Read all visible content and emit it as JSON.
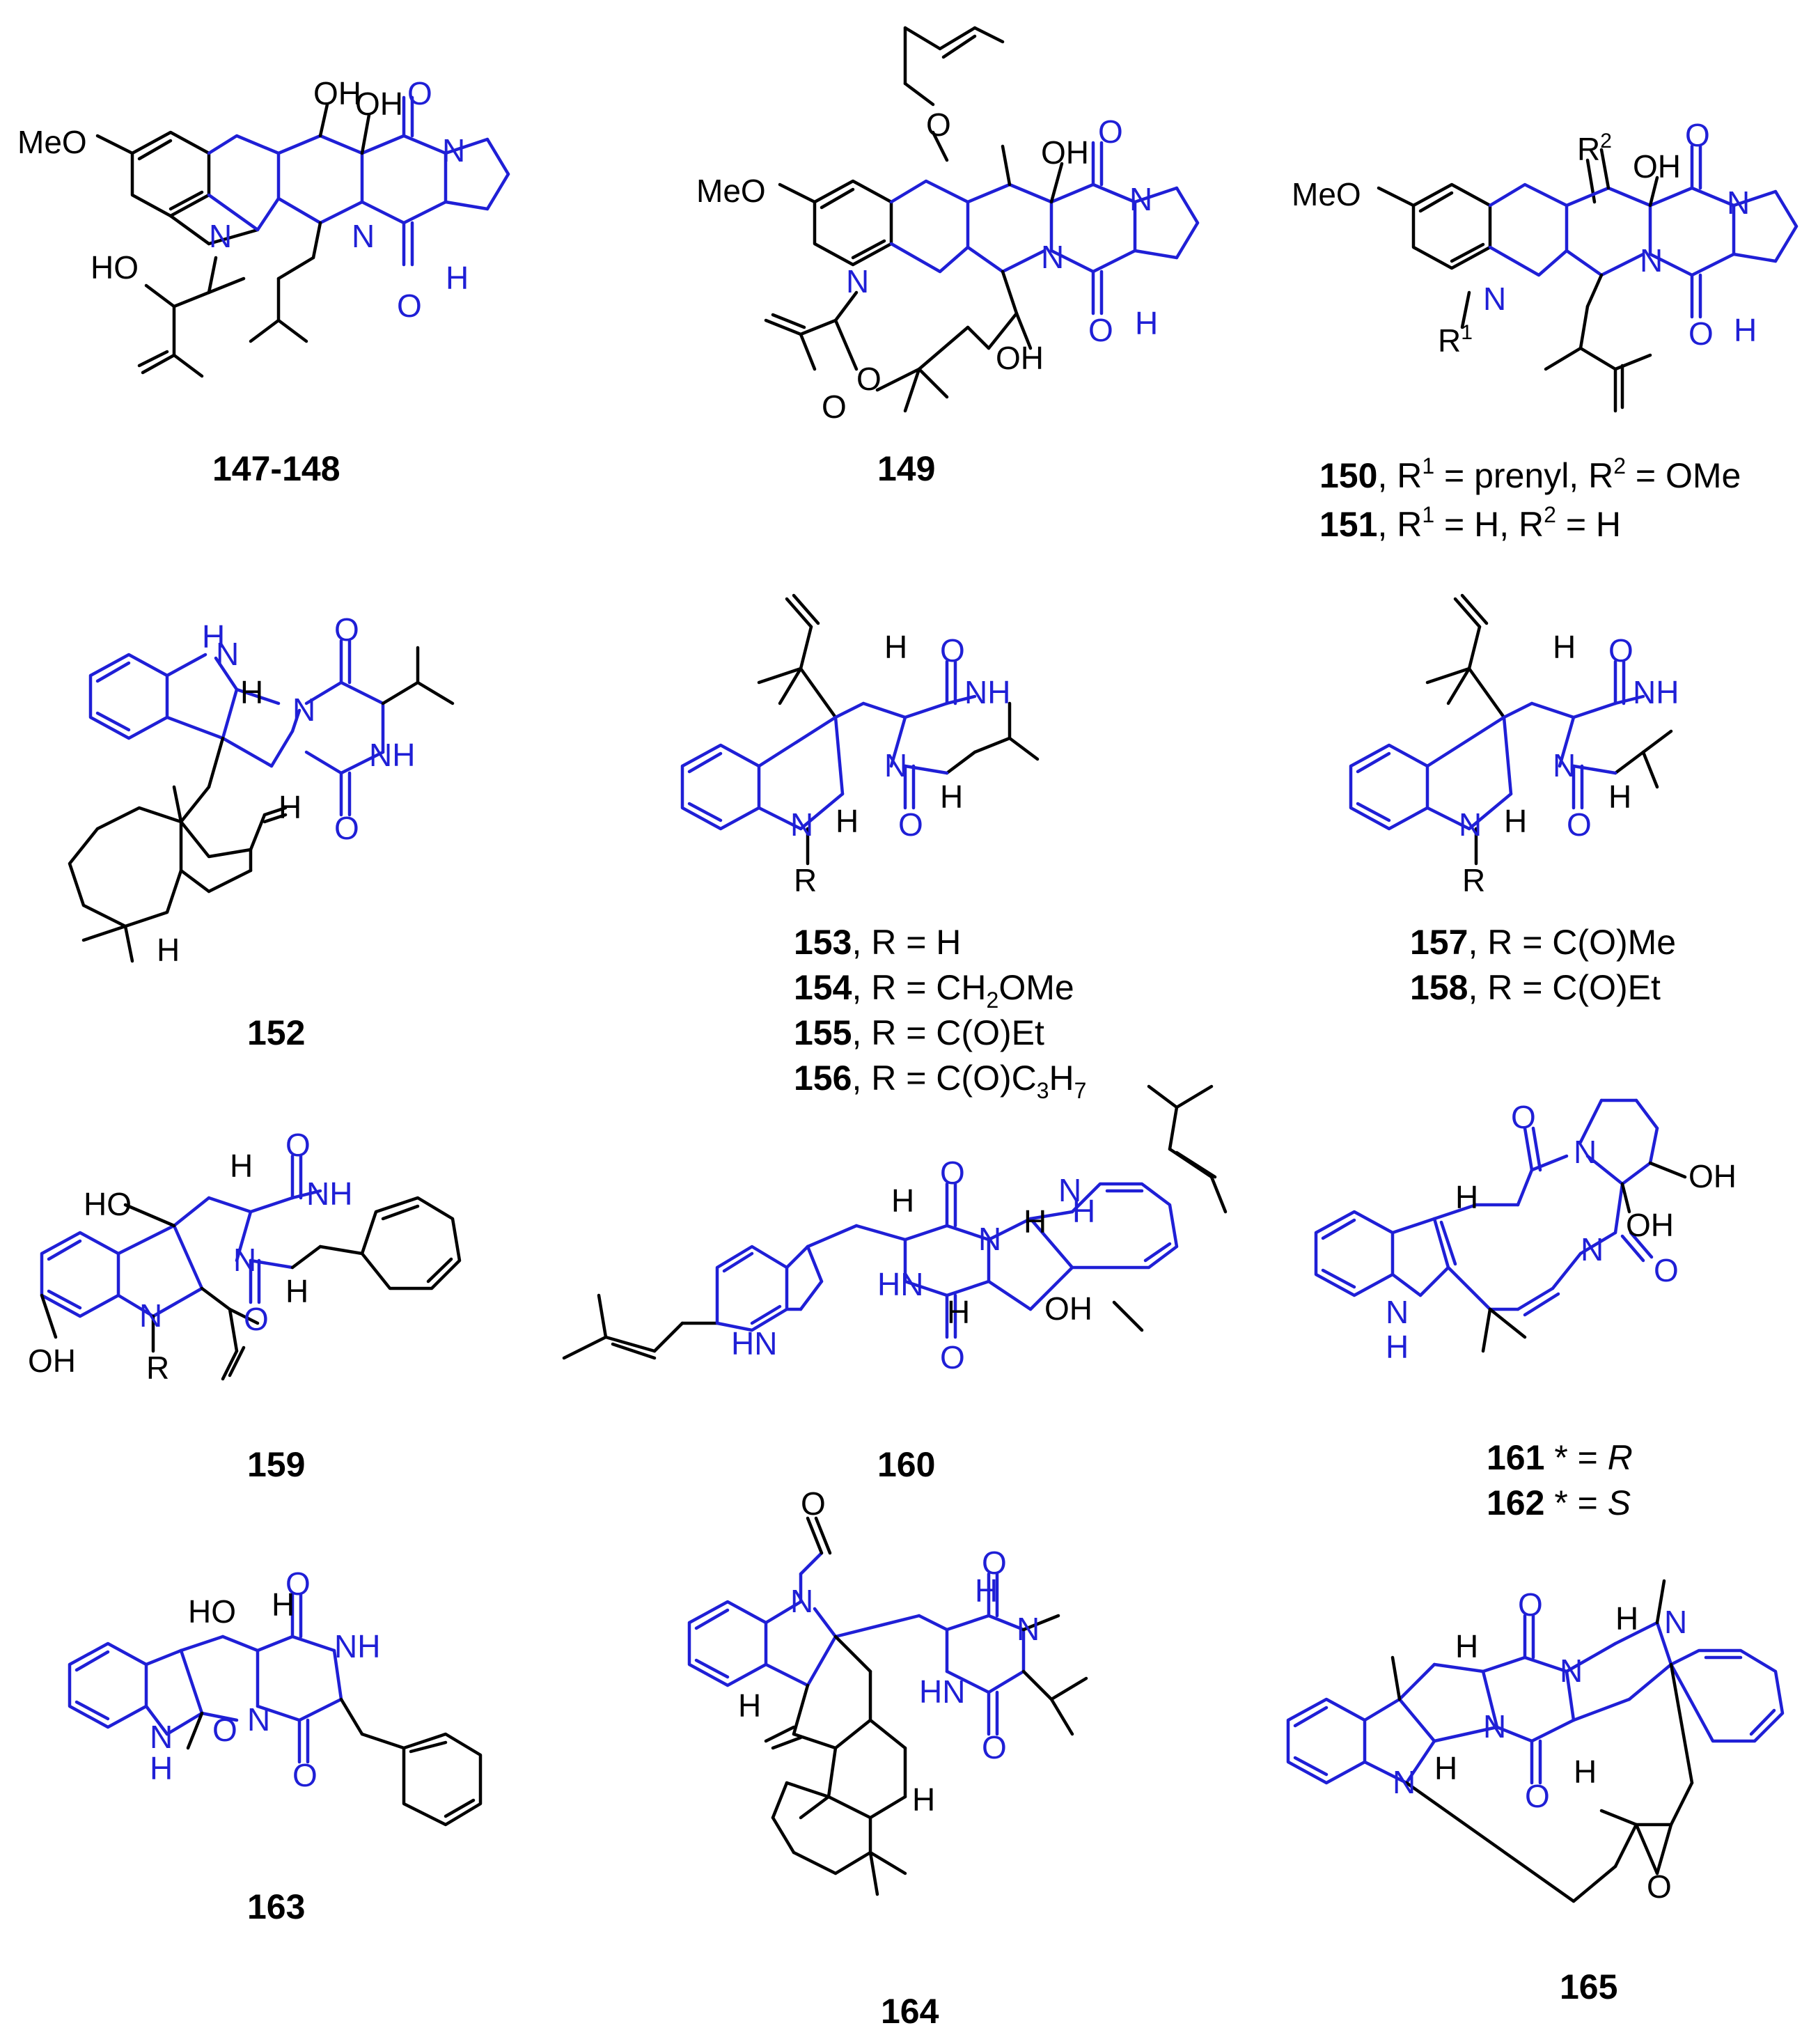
{
  "colors": {
    "black": "#000000",
    "blue": "#1f1fd6",
    "background": "#ffffff"
  },
  "captions": {
    "c147": {
      "num": "147-148"
    },
    "c149": {
      "num": "149"
    },
    "c150": {
      "num": "150",
      "rest_a": ", R",
      "sup_a": "1",
      "rest_b": " = prenyl, R",
      "sup_b": "2",
      "rest_c": " = OMe"
    },
    "c151": {
      "num": "151",
      "rest_a": ", R",
      "sup_a": "1",
      "rest_b": " = H, R",
      "sup_b": "2",
      "rest_c": " = H"
    },
    "c152": {
      "num": "152"
    },
    "c153": {
      "num": "153",
      "rest": ", R = H"
    },
    "c154": {
      "num": "154",
      "rest_a": ", R = CH",
      "sub_a": "2",
      "rest_b": "OMe"
    },
    "c155": {
      "num": "155",
      "rest": ", R = C(O)Et"
    },
    "c156": {
      "num": "156",
      "rest_a": ", R = C(O)C",
      "sub_a": "3",
      "rest_b": "H",
      "sub_b": "7"
    },
    "c157": {
      "num": "157",
      "rest": ", R = C(O)Me"
    },
    "c158": {
      "num": "158",
      "rest": ", R = C(O)Et"
    },
    "c159": {
      "num": "159"
    },
    "c160": {
      "num": "160"
    },
    "c161": {
      "num": "161",
      "rest": " * = ",
      "ital": "R"
    },
    "c162": {
      "num": "162",
      "rest": " * = ",
      "ital": "S"
    },
    "c163": {
      "num": "163"
    },
    "c164": {
      "num": "164"
    },
    "c165": {
      "num": "165"
    }
  },
  "atoms": {
    "MeO": "MeO",
    "OH": "OH",
    "HO": "HO",
    "O": "O",
    "N": "N",
    "H": "H",
    "NH": "NH",
    "HN": "HN",
    "R": "R",
    "R1": "R",
    "R2": "R",
    "one": "1",
    "two": "2"
  }
}
